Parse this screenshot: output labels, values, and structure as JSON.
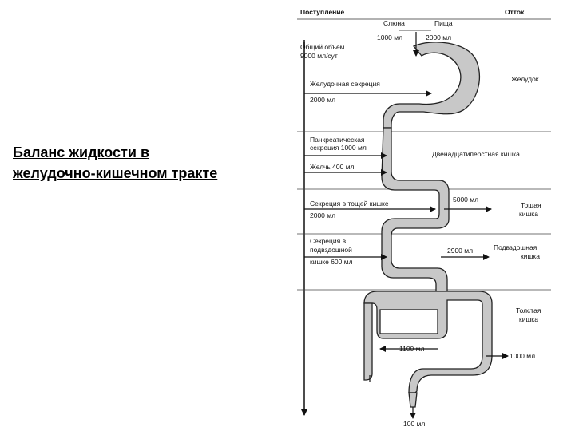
{
  "title": {
    "line1": "Баланс жидкости в",
    "line2": "желудочно-кишечном тракте"
  },
  "diagram": {
    "header_intake": "Поступление",
    "header_outflow": "Отток",
    "saliva": "Слюна",
    "food": "Пища",
    "saliva_ml": "1000 мл",
    "food_ml": "2000 мл",
    "total_line1": "Общий объем",
    "total_line2": "9000 мл/сут",
    "gastric_sec": "Желудочная секреция",
    "gastric_ml": "2000 мл",
    "stomach": "Желудок",
    "pancreatic_line1": "Панкреатическая",
    "pancreatic_line2": "секреция 1000 мл",
    "duodenum": "Двенадцатиперстная кишка",
    "bile": "Желчь 400 мл",
    "jejunum_sec": "Секреция в тощей кишке",
    "jejunum_ml": "2000 мл",
    "jejunum_abs": "5000 мл",
    "jejunum_line1": "Тощая",
    "jejunum_line2": "кишка",
    "ileum_sec_line1": "Секреция в",
    "ileum_sec_line2": "подвздошной",
    "ileum_sec_line3": "кишке 600 мл",
    "ileum_abs": "2900 мл",
    "ileum_line1": "Подвздошная",
    "ileum_line2": "кишка",
    "colon_line1": "Толстая",
    "colon_line2": "кишка",
    "colon_abs": "1100 мл",
    "colon_out": "1000 мл",
    "feces": "100 мл"
  }
}
